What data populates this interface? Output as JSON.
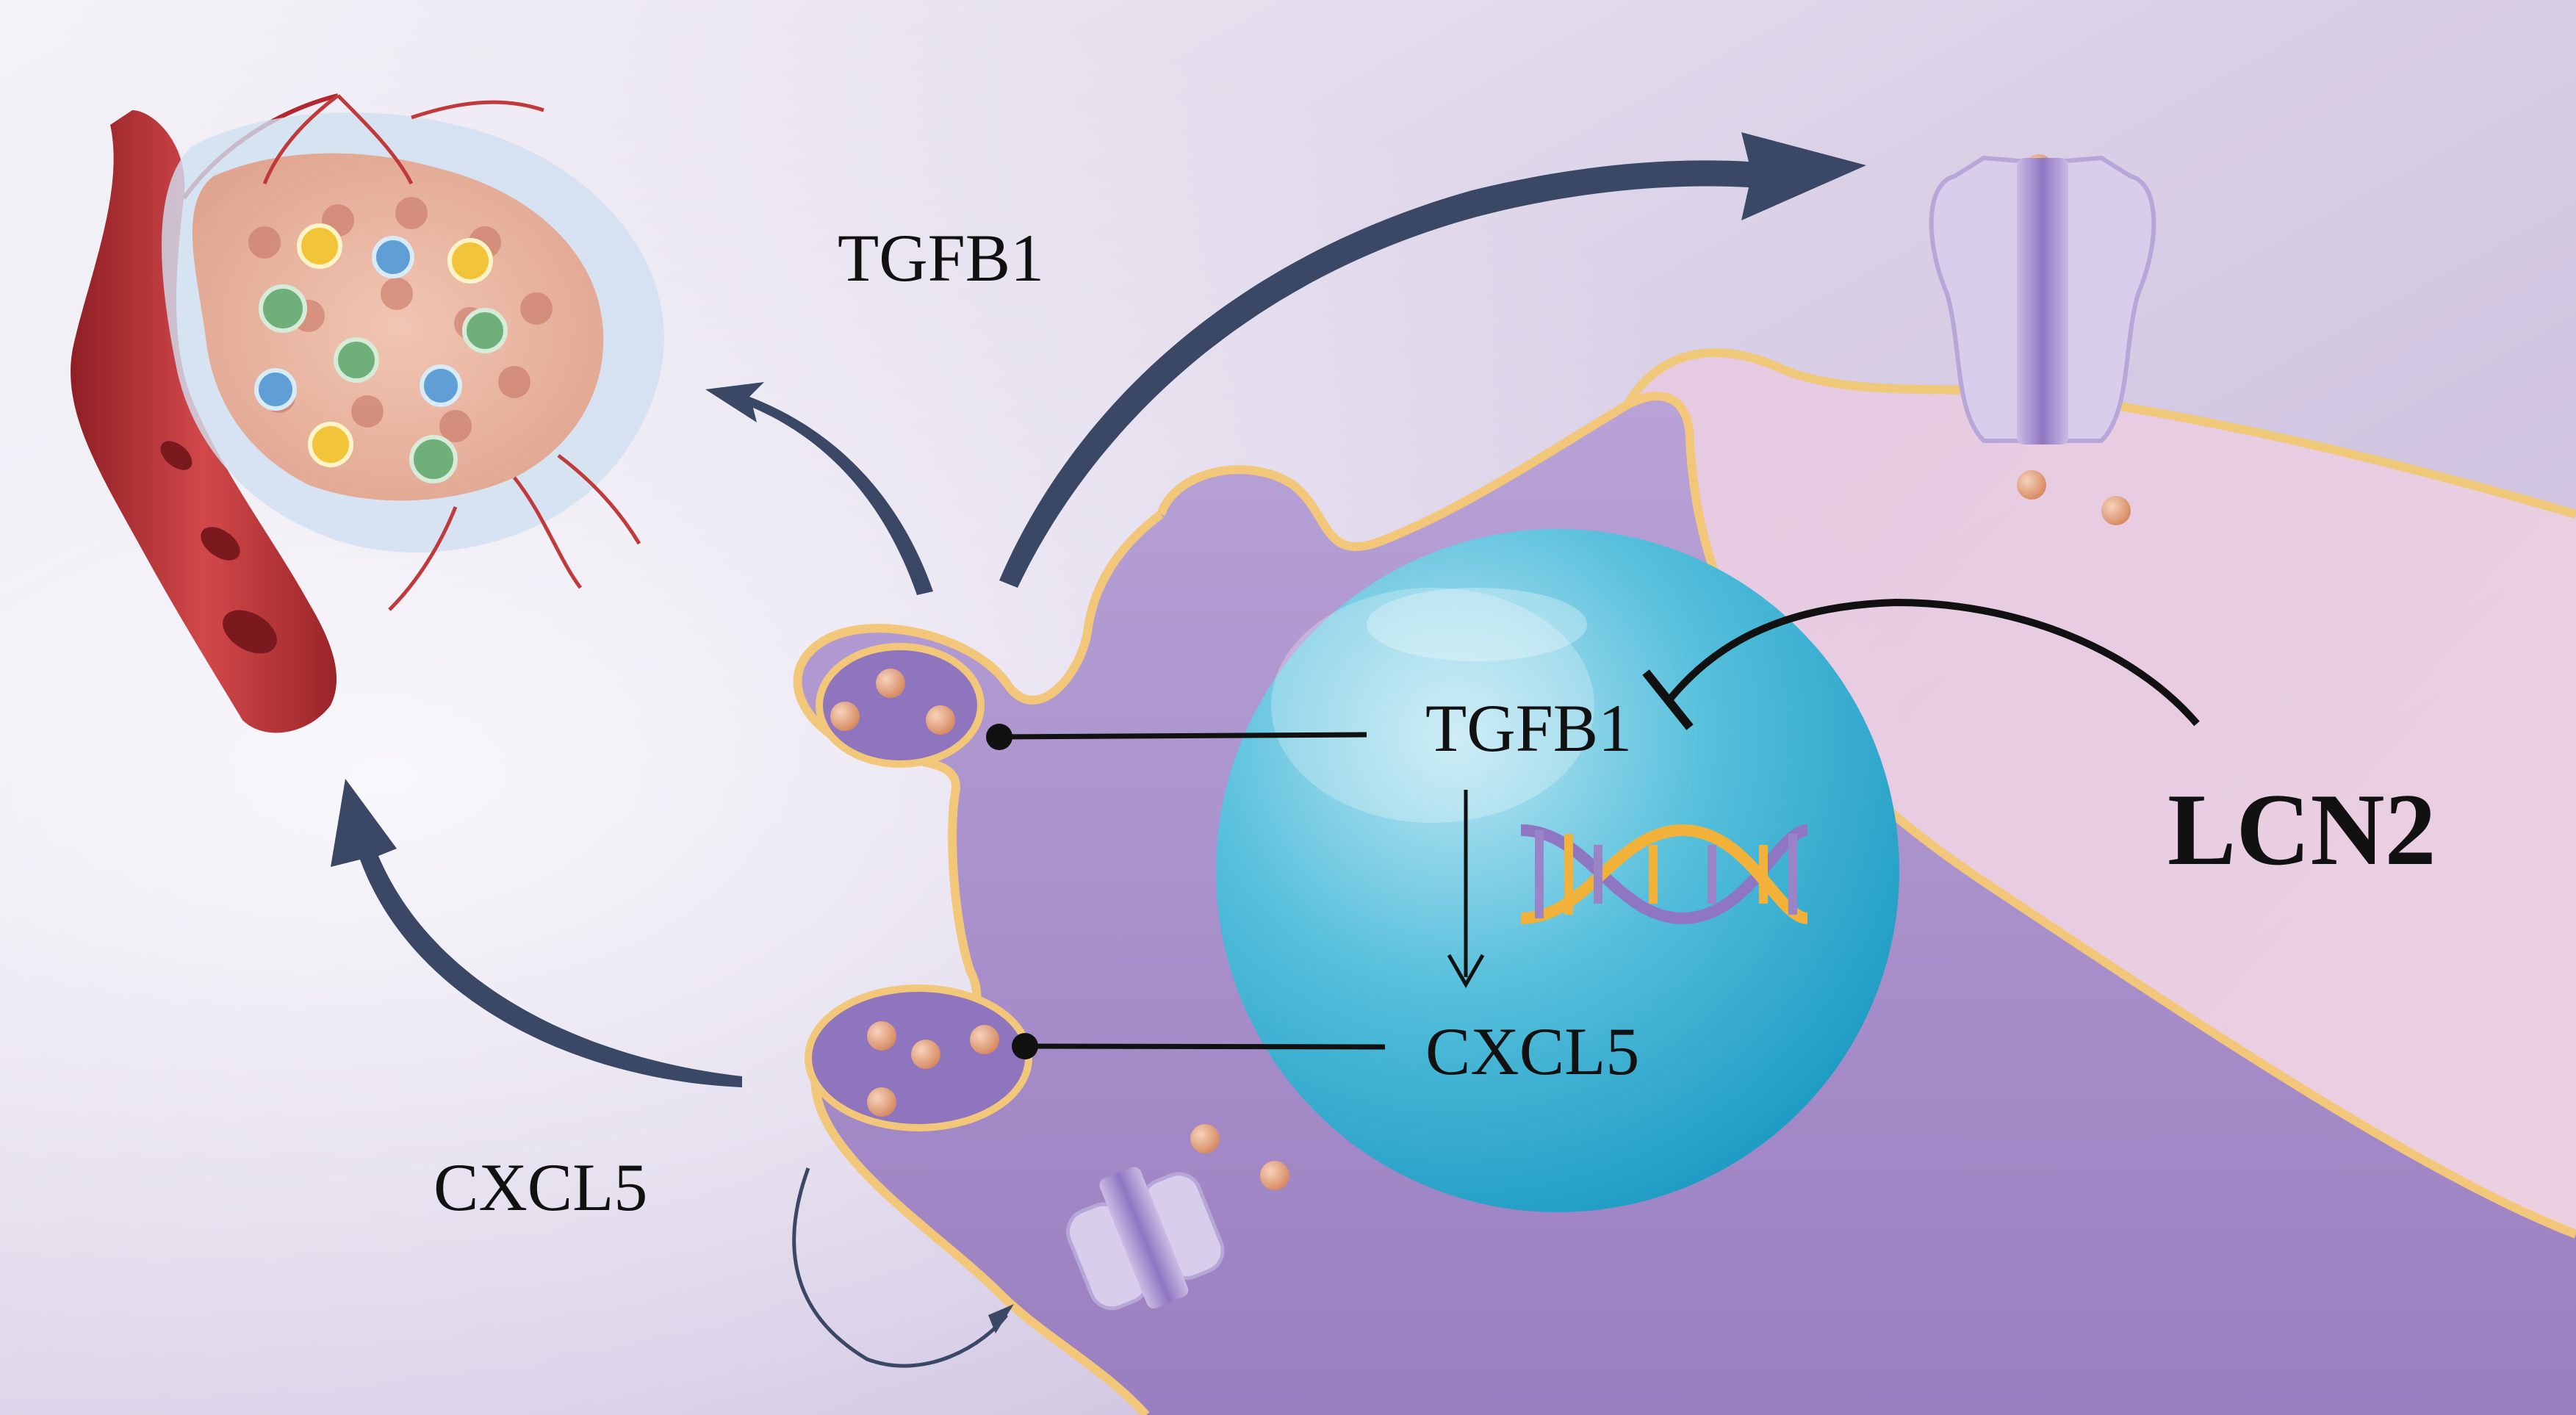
{
  "labels": {
    "tgfb1_outer": "TGFB1",
    "tgfb1_nucleus": "TGFB1",
    "cxcl5_nucleus": "CXCL5",
    "cxcl5_outer": "CXCL5",
    "lcn2": "LCN2"
  },
  "colors": {
    "background_light": "#f3f1f7",
    "background_purple": "#c6b7dc",
    "cell_body": "#a98fc9",
    "cell_membrane": "#f2c77a",
    "nucleus": "#43b6d6",
    "arrow": "#3a4866",
    "vessel": "#c0393b",
    "tumor": "#e9b8a6",
    "granule": "#e2a27f",
    "pink_cell": "#efcde0"
  },
  "icons": [
    "blood-vessel-icon",
    "tumor-cluster-icon",
    "membrane-channel-icon",
    "dna-helix-icon",
    "secretory-vesicle-icon"
  ]
}
